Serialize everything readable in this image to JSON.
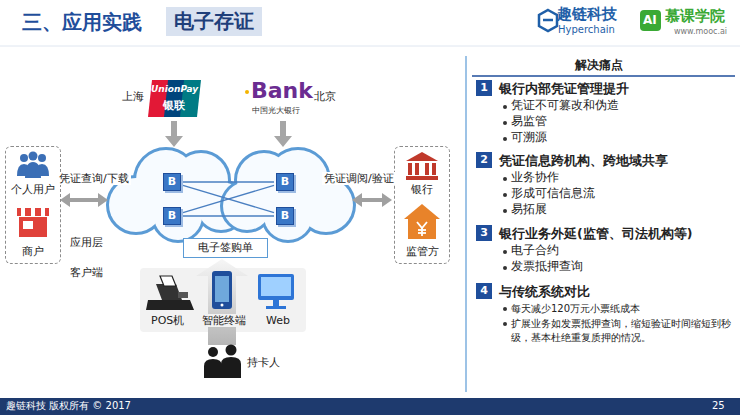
{
  "diagram": {
    "title": "三、应用实践",
    "nodes": [
      {
        "text": [
          "电子存证"
        ]
      },
      {
        "text": [
          "个人用户",
          "商户"
        ]
      },
      {
        "text": [
          "B"
        ]
      },
      {
        "text": [
          "B"
        ]
      },
      {
        "text": [
          "B"
        ]
      },
      {
        "text": [
          "B"
        ]
      },
      {
        "text": [
          "银行",
          "监管方"
        ]
      },
      {
        "text": [
          "电子签购单"
        ]
      },
      {
        "text": [
          "1",
          "银行内部凭证管理提升"
        ]
      },
      {
        "text": [
          "2",
          "凭证信息跨机构、跨地域共享"
        ]
      },
      {
        "text": [
          "3",
          "银行业务外延(监管、司法机构等)"
        ]
      },
      {
        "text": [
          "4",
          "与传统系统对比"
        ]
      }
    ],
    "edges": [
      {
        "from": 2,
        "to": 4,
        "arrow": "none"
      },
      {
        "from": 2,
        "to": 5,
        "arrow": "none"
      },
      {
        "from": 3,
        "to": 4,
        "arrow": "none"
      },
      {
        "from": 3,
        "to": 5,
        "arrow": "none"
      }
    ],
    "labels": [
      "趣链科技",
      "Hyperchain",
      "AI",
      "慕课学院",
      "www.mooc.ai",
      "上海",
      "UnionPay",
      "银联",
      "Bank",
      "中国光大银行",
      "北京",
      "凭证查询/下载",
      "凭证调阅/验证",
      "应用层",
      "客户端",
      "POS机",
      "智能终端",
      "Web",
      "持卡人",
      "解决痛点",
      "凭证不可篡改和伪造",
      "易监管",
      "可溯源",
      "业务协作",
      "形成可信信息流",
      "易拓展",
      "电子合约",
      "发票抵押查询",
      "每天减少120万元小票纸成本",
      "扩展业务如发票抵押查询，缩短验证时间缩短到秒级，基本杜绝重复质押的情况。",
      "趣链科技 版权所有 © 2017",
      "25"
    ]
  }
}
